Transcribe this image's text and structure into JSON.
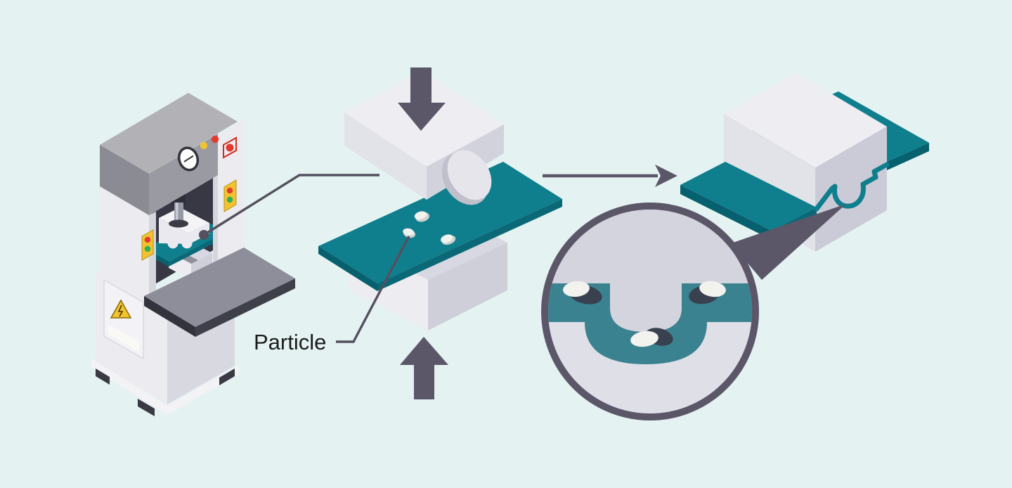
{
  "page": {
    "title": "Press forming particle defect diagram"
  },
  "labels": {
    "particle": "Particle"
  },
  "icons": {
    "press_down_arrow": "arrow-down",
    "press_up_arrow": "arrow-up",
    "process_flow_arrow": "arrow-right",
    "magnifier_callout": "zoom-circle",
    "hazard_icon": "high-voltage-triangle",
    "pressure_gauge": "gauge-dial",
    "emergency_stop_button": "red-round-button",
    "start_button": "green-round-button"
  },
  "colors": {
    "bg": "#e4f2f2",
    "teal": "#0f7e8d",
    "teal_edge_dark": "#07606d",
    "teal_edge_mid": "#0a6877",
    "teal_magnifier": "#3a8290",
    "die_top": "#ededf2",
    "die_front": "#e2e2e9",
    "die_side": "#cfcfda",
    "arrow": "#5b5768",
    "line": "#54505e",
    "magnifier_border": "#5b5768",
    "mag_die_upper": "#d4d4df",
    "mag_die_lower": "#dfdfe8",
    "particle_white": "#f2f2ef",
    "particle_shade": "#ced3cf",
    "dent_shadow": "#39404f",
    "machine_top": "#b2b2b6",
    "machine_front": "#9a9aa2",
    "machine_left": "#8b8b93",
    "machine_white": "#ebebf0",
    "machine_shade": "#d6d6de",
    "interior_dark": "#383845",
    "table_top": "#8e8e9a",
    "table_edge": "#33333d",
    "base_side": "#d8d8e1",
    "warning_yellow": "#f2c230",
    "button_red": "#e23b2e",
    "button_green": "#2fae57",
    "text": "#1b1b1b"
  }
}
